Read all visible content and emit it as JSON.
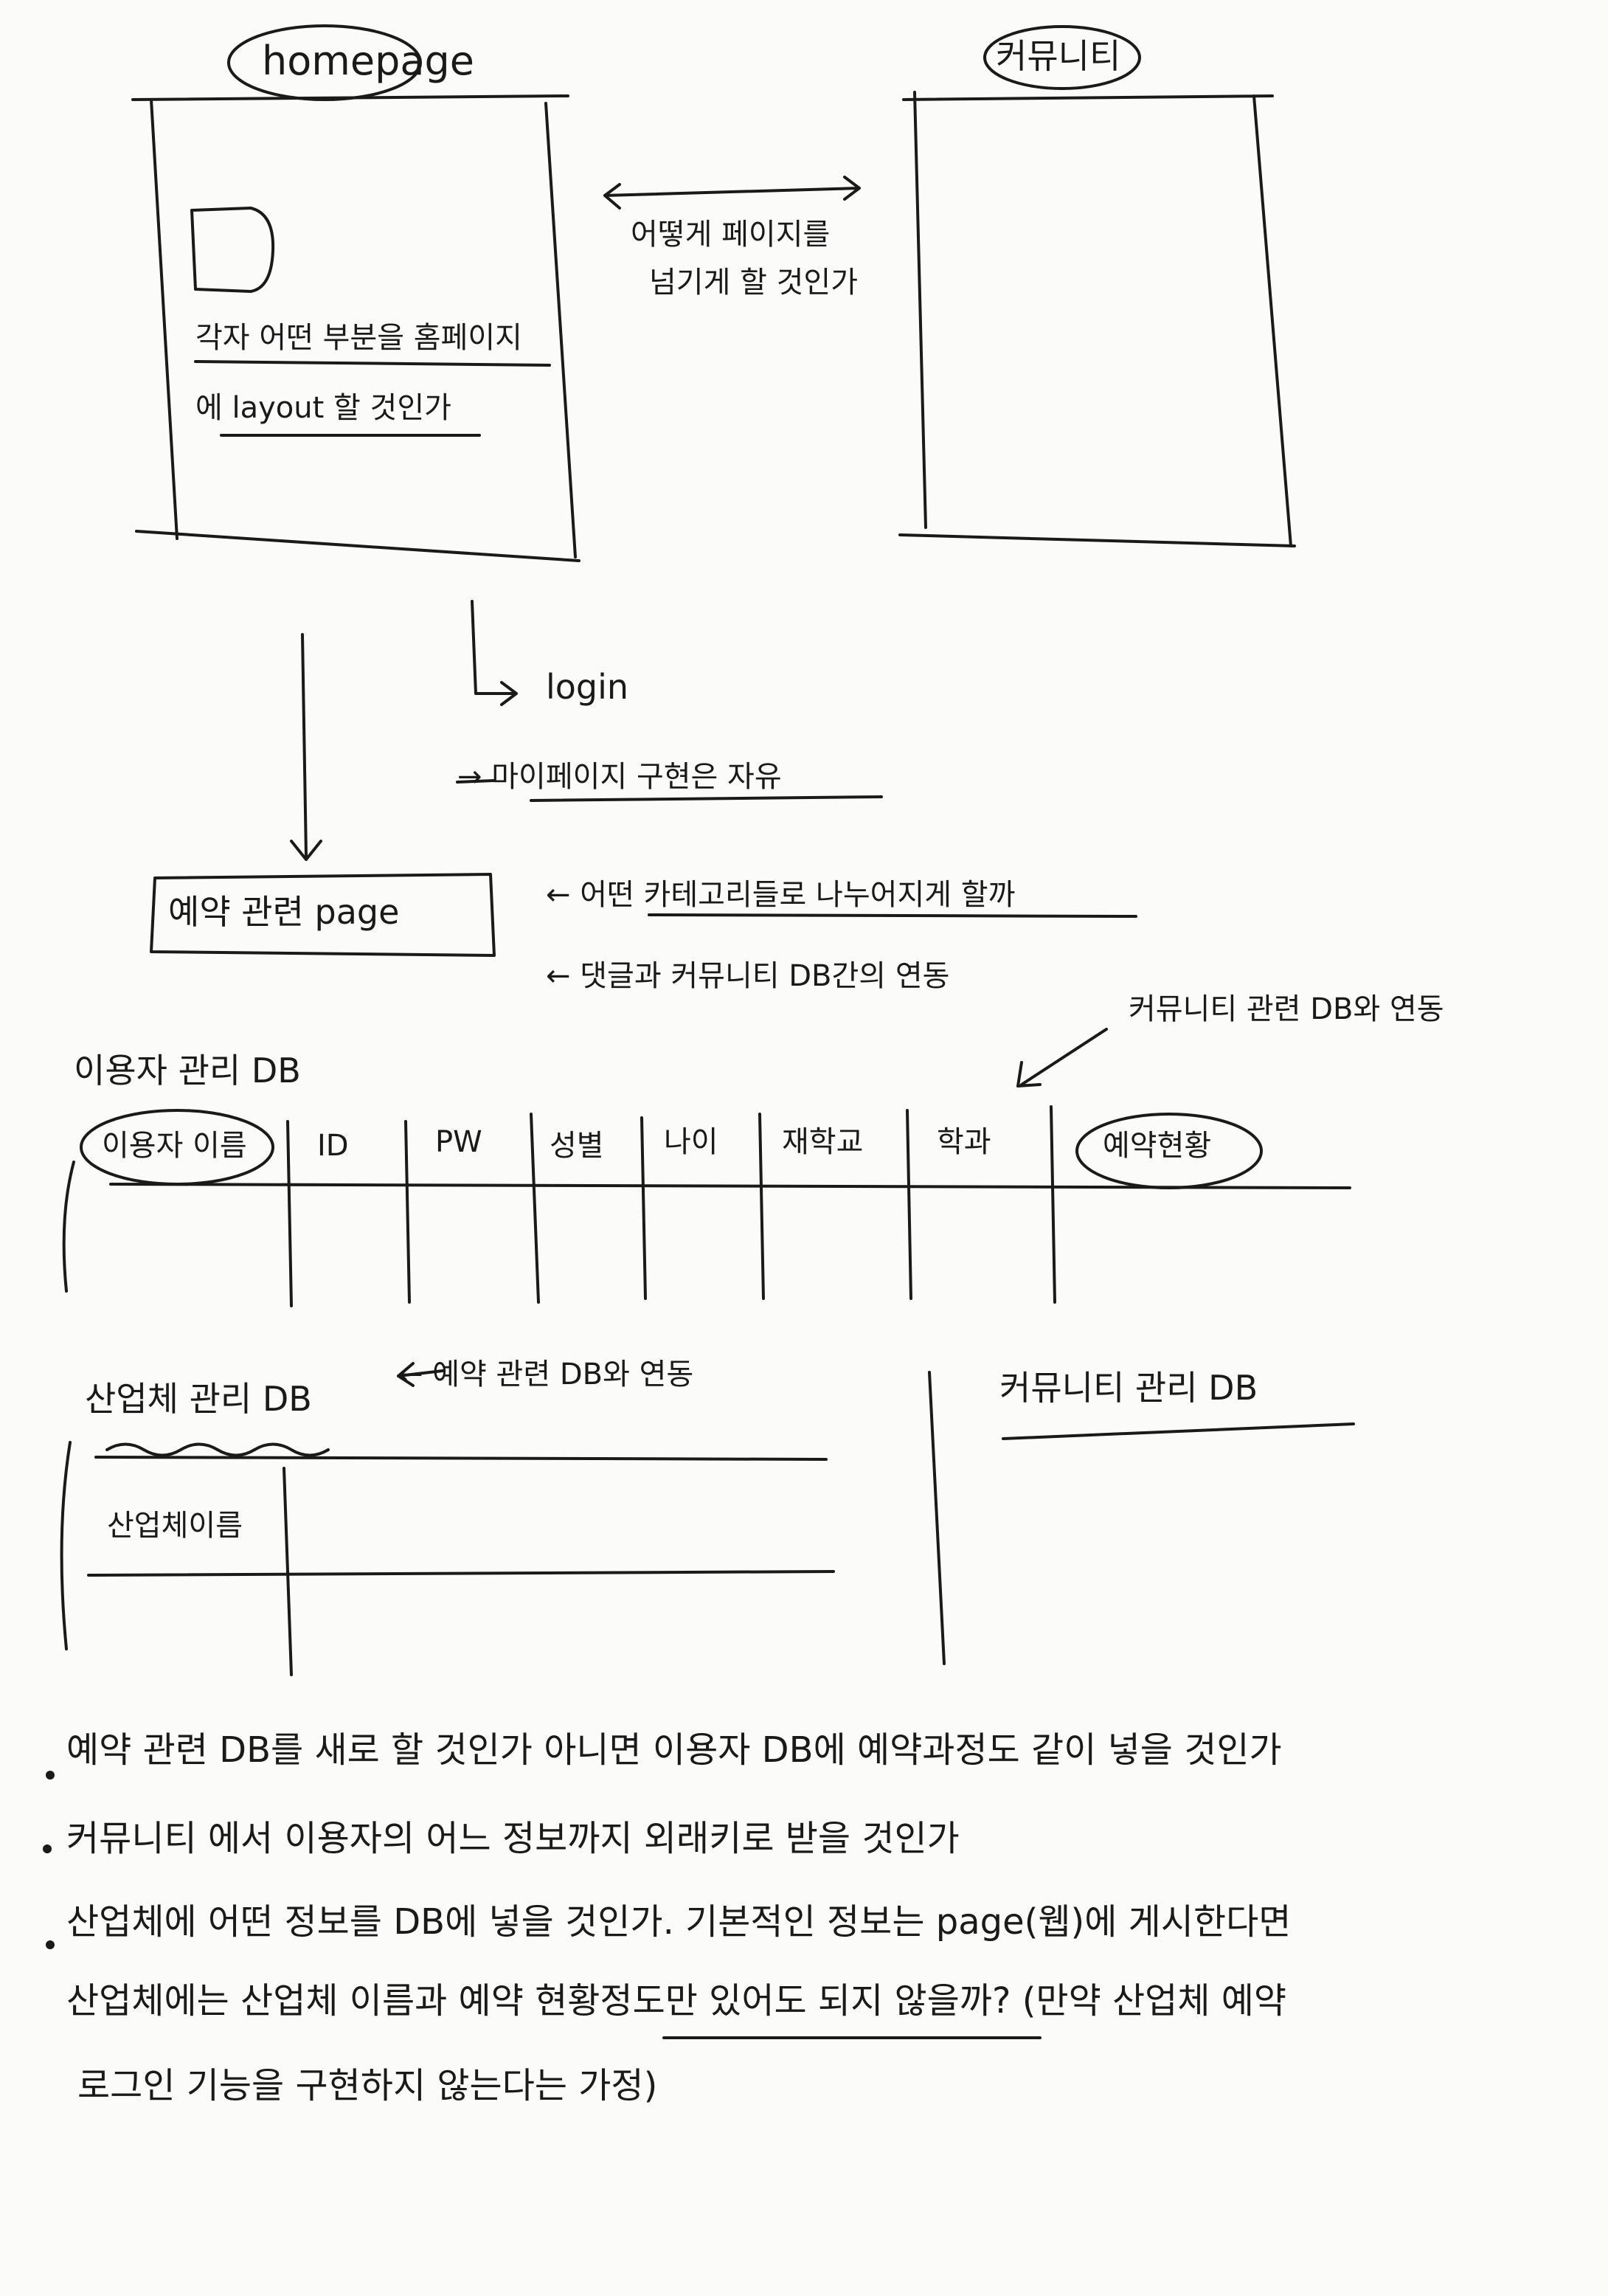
{
  "title_homepage": "homepage",
  "title_community": "커뮤니티",
  "homepage_box_text_line1": "각자 어떤 부분을 홈페이지",
  "homepage_box_text_line2": "에 layout 할 것인가",
  "arrow_between_text_line1": "어떻게 페이지를",
  "arrow_between_text_line2": "넘기게 할 것인가",
  "login_label": "login",
  "mypage_note": "→ 마이페이지 구현은 자유",
  "reservation_page_label": "예약 관련 page",
  "reservation_note1": "← 어떤 카테고리들로 나누어지게 할까",
  "reservation_note2": "← 댓글과 커뮤니티 DB간의 연동",
  "community_db_link_note": "커뮤니티 관련 DB와 연동",
  "user_db": {
    "title": "이용자 관리 DB",
    "columns": [
      "이용자 이름",
      "ID",
      "PW",
      "성별",
      "나이",
      "재학교",
      "학과",
      "예약현황"
    ]
  },
  "business_db": {
    "title": "산업체 관리 DB",
    "link_note": "← 예약 관련 DB와 연동",
    "columns": [
      "산업체이름"
    ]
  },
  "community_db_title": "커뮤니티 관리 DB",
  "notes": [
    "예약 관련 DB를 새로 할 것인가 아니면 이용자 DB에 예약과정도 같이 넣을 것인가",
    "커뮤니티 에서 이용자의 어느 정보까지 외래키로 받을 것인가",
    "산업체에 어떤 정보를 DB에 넣을 것인가. 기본적인 정보는 page(웹)에 게시한다면",
    "산업체에는 산업체 이름과 예약 현황정도만 있어도 되지 않을까? (만약 산업체 예약",
    "로그인 기능을 구현하지 않는다는 가정)"
  ]
}
